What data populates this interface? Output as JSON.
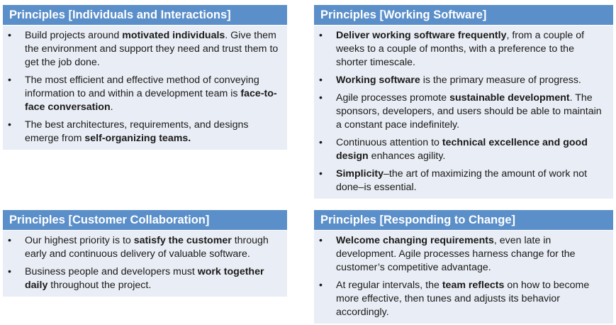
{
  "panels": [
    {
      "title": "Principles [Individuals and Interactions]",
      "items": [
        [
          {
            "t": "Build projects around "
          },
          {
            "t": "motivated individuals",
            "b": true
          },
          {
            "t": ". Give them the environment and support they need and trust them to get the job done."
          }
        ],
        [
          {
            "t": "The most efficient and effective method of conveying information to and within a development team is "
          },
          {
            "t": "face-to-face conversation",
            "b": true
          },
          {
            "t": "."
          }
        ],
        [
          {
            "t": "The best architectures, requirements, and designs emerge from "
          },
          {
            "t": "self-organizing teams.",
            "b": true
          }
        ]
      ]
    },
    {
      "title": "Principles [Working Software]",
      "items": [
        [
          {
            "t": "Deliver working software frequently",
            "b": true
          },
          {
            "t": ", from a couple of weeks to a couple of months, with a preference to the shorter timescale."
          }
        ],
        [
          {
            "t": "Working software",
            "b": true
          },
          {
            "t": " is the primary measure of progress."
          }
        ],
        [
          {
            "t": "Agile processes promote "
          },
          {
            "t": "sustainable development",
            "b": true
          },
          {
            "t": ". The sponsors, developers, and users should be able to maintain a constant pace indefinitely."
          }
        ],
        [
          {
            "t": "Continuous attention to "
          },
          {
            "t": "technical excellence and good design",
            "b": true
          },
          {
            "t": " enhances agility."
          }
        ],
        [
          {
            "t": "Simplicity",
            "b": true
          },
          {
            "t": "–the art of maximizing the amount of work not done–is essential."
          }
        ]
      ]
    },
    {
      "title": "Principles [Customer Collaboration]",
      "items": [
        [
          {
            "t": "Our highest priority is to "
          },
          {
            "t": "satisfy the customer",
            "b": true
          },
          {
            "t": " through early and continuous delivery of valuable software."
          }
        ],
        [
          {
            "t": "Business people and developers must "
          },
          {
            "t": "work together daily",
            "b": true
          },
          {
            "t": " throughout the project."
          }
        ]
      ]
    },
    {
      "title": "Principles [Responding to Change]",
      "items": [
        [
          {
            "t": "Welcome changing requirements",
            "b": true
          },
          {
            "t": ", even late in development. Agile processes harness change for the customer’s competitive advantage."
          }
        ],
        [
          {
            "t": "At regular intervals, the "
          },
          {
            "t": "team reflects",
            "b": true
          },
          {
            "t": " on how to become more effective, then tunes and adjusts its behavior accordingly."
          }
        ]
      ]
    }
  ],
  "bullet_glyph": "•",
  "colors": {
    "header_bg": "#5b8fc9",
    "body_bg": "#e9edf5",
    "header_text": "#ffffff"
  }
}
